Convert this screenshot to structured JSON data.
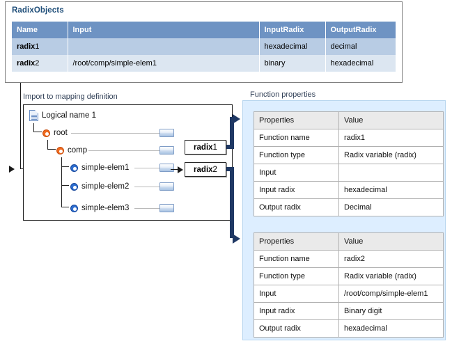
{
  "radix_objects": {
    "title": "RadixObjects",
    "columns": [
      "Name",
      "Input",
      "InputRadix",
      "OutputRadix"
    ],
    "rows": [
      {
        "name_bold": "radix",
        "name_num": "1",
        "input": "",
        "input_radix": "hexadecimal",
        "output_radix": "decimal"
      },
      {
        "name_bold": "radix",
        "name_num": "2",
        "input": "/root/comp/simple-elem1",
        "input_radix": "binary",
        "output_radix": "hexadecimal"
      }
    ]
  },
  "import_section": {
    "caption": "Import to mapping definition",
    "tree": {
      "root_label": "Logical name 1",
      "nodes": [
        {
          "label": "root"
        },
        {
          "label": "comp"
        },
        {
          "label": "simple-elem1"
        },
        {
          "label": "simple-elem2"
        },
        {
          "label": "simple-elem3"
        }
      ]
    },
    "callouts": [
      {
        "bold": "radix",
        "num": "1"
      },
      {
        "bold": "radix",
        "num": "2"
      }
    ]
  },
  "function_properties": {
    "caption": "Function properties",
    "tables": [
      {
        "columns": [
          "Properties",
          "Value"
        ],
        "rows": [
          {
            "property": "Function name",
            "value": "radix1"
          },
          {
            "property": "Function type",
            "value": "Radix variable (radix)"
          },
          {
            "property": "Input",
            "value": ""
          },
          {
            "property": "Input radix",
            "value": "hexadecimal"
          },
          {
            "property": "Output radix",
            "value": "Decimal"
          }
        ]
      },
      {
        "columns": [
          "Properties",
          "Value"
        ],
        "rows": [
          {
            "property": "Function name",
            "value": "radix2"
          },
          {
            "property": "Function type",
            "value": "Radix variable (radix)"
          },
          {
            "property": "Input",
            "value": "/root/comp/simple-elem1"
          },
          {
            "property": "Input radix",
            "value": "Binary digit"
          },
          {
            "property": "Output radix",
            "value": "hexadecimal"
          }
        ]
      }
    ]
  },
  "colors": {
    "table_header_blue": "#6e93c3",
    "row_light_blue": "#b8cce4",
    "row_lighter_blue": "#dce6f1",
    "title_blue": "#1f4e79",
    "connector_navy": "#1f3864",
    "panel_blue": "#ddeeff",
    "node_orange": "#f06a1e",
    "node_blue": "#2f6fd0"
  }
}
